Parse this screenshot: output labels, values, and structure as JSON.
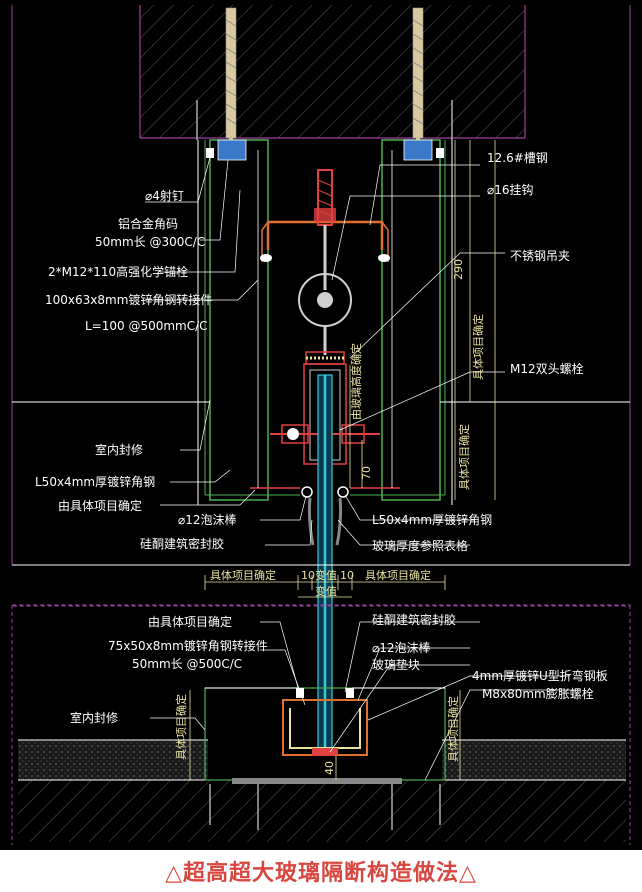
{
  "caption": "△超高超大玻璃隔断构造做法△",
  "colors": {
    "background": "#000000",
    "leader": "#ffffff",
    "steel": "#4fb04f",
    "anchor": "#e04040",
    "glass": "#35c8e0",
    "hatch": "#5a5a5a",
    "frame": "#a040a0",
    "dimension": "#e8e2a0"
  },
  "labels": {
    "shooting_nail": "⌀4射钉",
    "alu_corner": "铝合金角码",
    "alu_corner_spec": "50mm长 @300C/C",
    "chem_anchor": "2*M12*110高强化学锚栓",
    "angle_connector": "100x63x8mm镀锌角钢转接件",
    "angle_spacing": "L=100  @500mmC/C",
    "channel": "12.6#槽钢",
    "hook": "⌀16挂钩",
    "clamp": "不锈钢吊夹",
    "bolt": "M12双头螺栓",
    "indoor_finish_top": "室内封修",
    "angle_steel_top": "L50x4mm厚镀锌角钢",
    "project_def_top": "由具体项目确定",
    "foam_rod_top": "⌀12泡沫棒",
    "sealant_top": "硅酮建筑密封胶",
    "angle_steel_right": "L50x4mm厚镀锌角钢",
    "glass_thickness": "玻璃厚度参照表格",
    "project_def_mid": "由具体项目确定",
    "angle_connector_bottom": "75x50x8mm镀锌角钢转接件",
    "angle_connector_bottom_spec": "50mm长 @500C/C",
    "indoor_finish_bottom": "室内封修",
    "sealant_bottom": "硅酮建筑密封胶",
    "foam_rod_bottom": "⌀12泡沫棒",
    "glass_pad": "玻璃垫块",
    "u_plate": "4mm厚镀锌U型折弯钢板",
    "expansion_bolt": "M8x80mm膨胀螺栓"
  },
  "dimensions": {
    "d290": "290",
    "d70": "70",
    "d40": "40",
    "proj_right_top": "具体项目确定",
    "proj_right_mid": "具体项目确定",
    "glass_depth": "由玻璃高度确定",
    "span_left": "具体项目确定",
    "span_right": "具体项目确定",
    "gap_left": "10",
    "gap_right": "10",
    "var_top": "变值",
    "var_bottom": "变值",
    "proj_left_bottom": "具体项目确定",
    "proj_right_bottom": "具体项目确定"
  }
}
